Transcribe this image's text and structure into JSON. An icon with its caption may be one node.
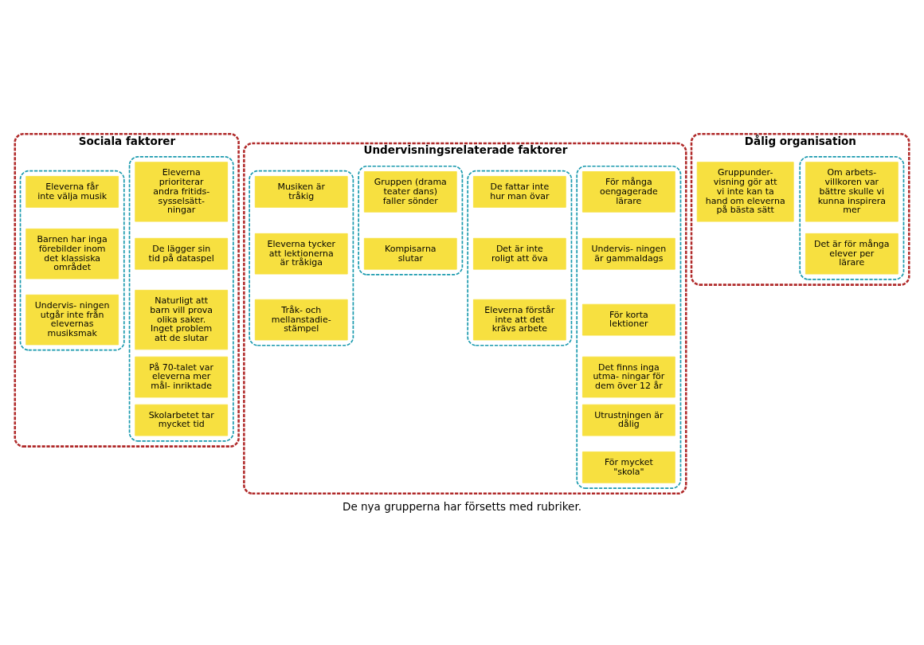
{
  "diagram": {
    "caption": "De nya grupperna har försetts med rubriker.",
    "nodes": [
      {
        "text": [
          "Sociala faktorer"
        ]
      },
      {
        "text": [],
        "shape": "box",
        "in": 0
      },
      {
        "text": [
          "Eleverna prioriterar andra fritids- sysselsätt- ningar"
        ],
        "in": 1
      },
      {
        "text": [
          "De lägger sin tid på dataspel"
        ],
        "in": 1
      },
      {
        "text": [
          "Naturligt att barn vill prova olika saker. Inget problem att de slutar"
        ],
        "in": 1
      },
      {
        "text": [
          "På 70-talet var eleverna mer mål- inriktade"
        ],
        "in": 1
      },
      {
        "text": [
          "Skolarbetet tar mycket tid"
        ],
        "in": 1
      },
      {
        "text": [],
        "shape": "box",
        "in": 0
      },
      {
        "text": [
          "Eleverna får inte välja musik"
        ],
        "in": 7
      },
      {
        "text": [
          "Barnen har inga förebilder inom det klassiska området"
        ],
        "in": 7
      },
      {
        "text": [
          "Undervis- ningen utgår inte från elevernas musiksmak"
        ],
        "in": 7
      },
      {
        "text": [
          "Undervisningsrelaterade faktorer"
        ]
      },
      {
        "text": [],
        "shape": "box",
        "in": 11
      },
      {
        "text": [
          "För många oengagerade lärare"
        ],
        "in": 12
      },
      {
        "text": [
          "Undervis- ningen är gammaldags"
        ],
        "in": 12
      },
      {
        "text": [
          "För korta lektioner"
        ],
        "in": 12
      },
      {
        "text": [
          "Det finns inga utma- ningar för dem över 12 år"
        ],
        "in": 12
      },
      {
        "text": [
          "Utrustningen är dålig"
        ],
        "in": 12
      },
      {
        "text": [
          "För mycket \"skola\""
        ],
        "in": 12
      },
      {
        "text": [],
        "shape": "box",
        "in": 11
      },
      {
        "text": [
          "De fattar inte hur man övar"
        ],
        "in": 19
      },
      {
        "text": [
          "Det är inte roligt att öva"
        ],
        "in": 19
      },
      {
        "text": [
          "Eleverna förstår inte att det krävs arbete"
        ],
        "in": 19
      },
      {
        "text": [],
        "shape": "box",
        "in": 11
      },
      {
        "text": [
          "Gruppen (drama teater dans) faller sönder"
        ],
        "in": 23
      },
      {
        "text": [
          "Kompisarna slutar"
        ],
        "in": 23
      },
      {
        "text": [],
        "shape": "box",
        "in": 11
      },
      {
        "text": [
          "Musiken är tråkig"
        ],
        "in": 26
      },
      {
        "text": [
          "Eleverna tycker att lektionerna är tråkiga"
        ],
        "in": 26
      },
      {
        "text": [
          "Tråk- och mellanstadie- stämpel"
        ],
        "in": 26
      },
      {
        "text": [
          "Dålig organisation"
        ]
      },
      {
        "text": [
          "Gruppunder- visning gör att vi inte kan ta hand om eleverna på bästa sätt"
        ],
        "in": 30
      },
      {
        "text": [],
        "shape": "box",
        "in": 30
      },
      {
        "text": [
          "Om arbets- villkoren var bättre skulle vi kunna inspirera mer"
        ],
        "in": 32
      },
      {
        "text": [
          "Det är för många elever per lärare"
        ],
        "in": 32
      }
    ]
  }
}
